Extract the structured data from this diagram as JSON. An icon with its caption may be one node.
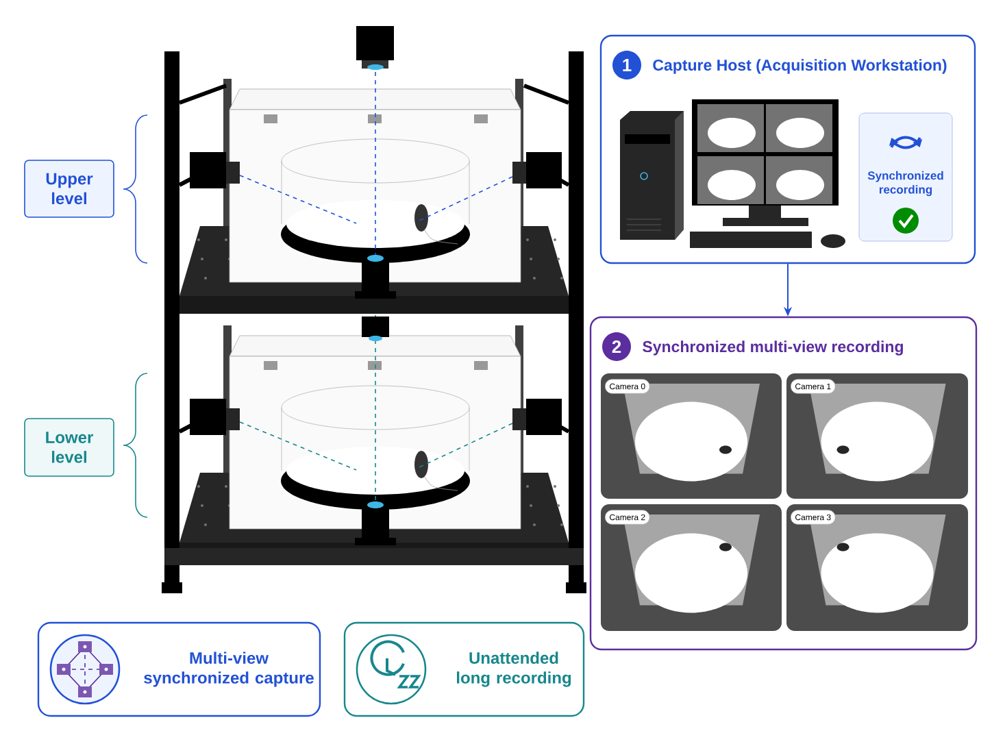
{
  "diagram": {
    "nodes": [
      {
        "text": [
          "Upper level"
        ]
      },
      {
        "text": [
          "Lower level"
        ]
      },
      {
        "text": [
          "1",
          "Capture Host (Acquisition Workstation)"
        ]
      },
      {
        "text": [
          "Synchronized recording"
        ],
        "in": 2
      },
      {
        "text": [
          "2",
          "Synchronized multi-view recording"
        ]
      },
      {
        "text": [
          "Camera 0"
        ],
        "in": 4
      },
      {
        "text": [
          "Camera 1"
        ],
        "in": 4
      },
      {
        "text": [
          "Camera 2"
        ],
        "in": 4
      },
      {
        "text": [
          "Camera 3"
        ],
        "in": 4
      },
      {
        "text": [
          "Multi-view synchronized capture"
        ]
      },
      {
        "text": [
          "Unattended long recording"
        ]
      }
    ],
    "edges": [
      {
        "from": 2,
        "to": 4,
        "arrow": "to"
      }
    ]
  }
}
